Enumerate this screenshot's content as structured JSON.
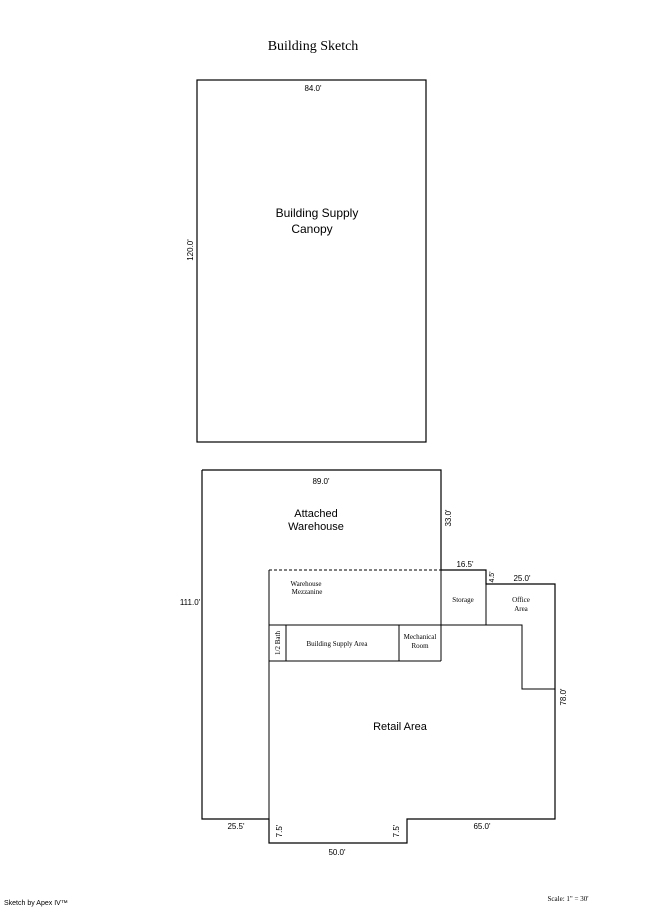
{
  "title": "Building Sketch",
  "canopy": {
    "label_line1": "Building Supply",
    "label_line2": "Canopy",
    "width_dim": "84.0'",
    "height_dim": "120.0'"
  },
  "main_building": {
    "warehouse_label_line1": "Attached",
    "warehouse_label_line2": "Warehouse",
    "top_dim": "89.0'",
    "left_dim": "111.0'",
    "warehouse_right_dim": "33.0'",
    "storage_top_dim": "16.5'",
    "storage_step_dim": "4.5'",
    "office_top_dim": "25.0'",
    "right_dim": "78.0'",
    "bottom_left_dim": "25.5'",
    "notch_left_dim": "7.5'",
    "notch_right_dim": "7.5'",
    "notch_bottom_dim": "50.0'",
    "bottom_right_dim": "65.0'",
    "mezzanine_line1": "Warehouse",
    "mezzanine_line2": "Mezzanine",
    "storage_label": "Storage",
    "office_line1": "Office",
    "office_line2": "Area",
    "bath_label": "1/2 Bath",
    "supply_area_label": "Building Supply Area",
    "mechanical_line1": "Mechanical",
    "mechanical_line2": "Room",
    "retail_label": "Retail Area"
  },
  "footer": {
    "credit": "Sketch by Apex IV™",
    "scale": "Scale: 1\" = 30'"
  }
}
